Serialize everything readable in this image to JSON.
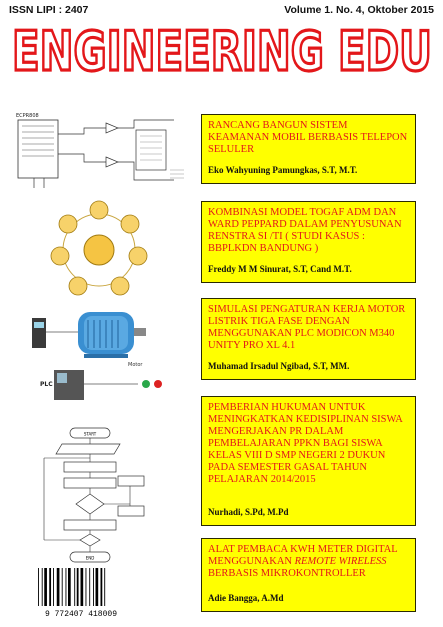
{
  "header": {
    "issn": "ISSN LIPI : 2407",
    "volume": "Volume 1. No. 4, Oktober 2015",
    "masthead": "ENGINEERING EDU",
    "brand_color": "#e3171a"
  },
  "articles": [
    {
      "title": "RANCANG BANGUN SISTEM KEAMANAN MOBIL BERBASIS TELEPON SELULER",
      "author": "Eko Wahyuning Pamungkas, S.T, M.T."
    },
    {
      "title": "KOMBINASI MODEL TOGAF ADM DAN WARD PEPPARD DALAM PENYUSUNAN RENSTRA SI /TI ( STUDI KASUS : BBPLKDN BANDUNG )",
      "author": "Freddy M M Sinurat, S.T, Cand M.T."
    },
    {
      "title": "SIMULASI PENGATURAN KERJA MOTOR LISTRIK TIGA FASE DENGAN MENGGUNAKAN PLC MODICON M340 UNITY PRO XL 4.1",
      "author": "Muhamad Irsadul Ngibad, S.T, MM."
    },
    {
      "title": "PEMBERIAN HUKUMAN UNTUK MENINGKATKAN KEDISIPLINAN SISWA MENGERJAKAN PR DALAM PEMBELAJARAN PPKN BAGI SISWA KELAS VIII D SMP NEGERI 2 DUKUN PADA SEMESTER GASAL TAHUN PELAJARAN 2014/2015",
      "author": "Nurhadi, S.Pd, M.Pd"
    },
    {
      "title_before": "ALAT PEMBACA KWH METER DIGITAL MENGGUNAKAN ",
      "title_italic": "REMOTE WIRELESS",
      "title_after": " BERBASIS MIKROKONTROLLER",
      "author": "Adie Bangga, A.Md"
    }
  ],
  "illustrations": {
    "circuit_label": "ECPR808",
    "plc_label": "PLC",
    "motor_label": "Motor",
    "start": "START",
    "end": "END"
  },
  "barcode": {
    "number": "9 772407 418009"
  }
}
